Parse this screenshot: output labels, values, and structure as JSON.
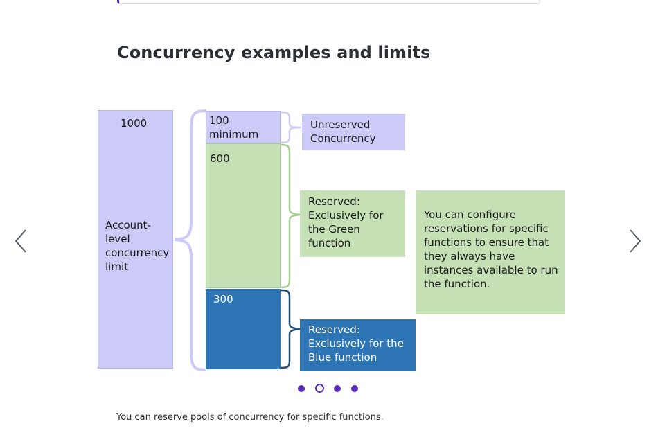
{
  "heading": "Concurrency examples and limits",
  "caption": "You can reserve pools of concurrency for specific functions.",
  "diagram": {
    "account_value": "1000",
    "account_label": "Account-\nlevel\nconcurrency\nlimit",
    "unreserved_value": "100\nminimum",
    "unreserved_label": "Unreserved\nConcurrency",
    "green_value": "600",
    "green_label": "Reserved:\nExclusively for\nthe Green\nfunction",
    "blue_value": "300",
    "blue_label": "Reserved:\nExclusively for the\nBlue function",
    "note": "You can configure\nreservations for specific\nfunctions to ensure that\nthey always have\ninstances available to run\nthe function."
  },
  "colors": {
    "purple_light": "#cccaf7",
    "green_light": "#c5e0b4",
    "blue": "#2e75b6",
    "dot_active": "#5a2db8"
  },
  "carousel": {
    "prev_icon": "chevron-left-icon",
    "next_icon": "chevron-right-icon",
    "slide_count": 4,
    "current_slide": 2
  }
}
